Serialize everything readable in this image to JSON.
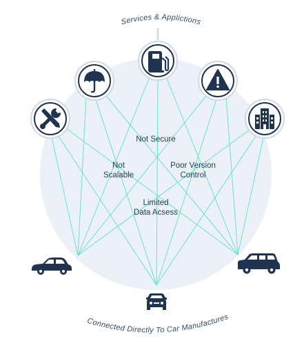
{
  "diagram": {
    "top_caption": "Services & Applictions",
    "bottom_caption": "Connected Directly To Car Manufactures",
    "issues": [
      {
        "id": "not-secure",
        "lines": [
          "Not Secure"
        ]
      },
      {
        "id": "not-scalable",
        "lines": [
          "Not",
          "Scalable"
        ]
      },
      {
        "id": "poor-version-control",
        "lines": [
          "Poor Version",
          "Control"
        ]
      },
      {
        "id": "limited-data-access",
        "lines": [
          "Limited",
          "Data Acsess"
        ]
      }
    ],
    "services": [
      {
        "id": "tools",
        "icon": "wrench-screwdriver-icon"
      },
      {
        "id": "insurance",
        "icon": "umbrella-icon"
      },
      {
        "id": "fuel",
        "icon": "fuel-pump-icon"
      },
      {
        "id": "alert",
        "icon": "warning-icon"
      },
      {
        "id": "building",
        "icon": "building-icon"
      }
    ],
    "cars": [
      {
        "id": "left",
        "icon": "sedan-side-icon"
      },
      {
        "id": "right",
        "icon": "suv-side-icon"
      },
      {
        "id": "bottom",
        "icon": "car-front-icon"
      }
    ],
    "colors": {
      "connection": "#5ce1c4",
      "icon": "#20344f",
      "background_circle": "#ecf1f7",
      "text": "#1f3d5c"
    }
  }
}
